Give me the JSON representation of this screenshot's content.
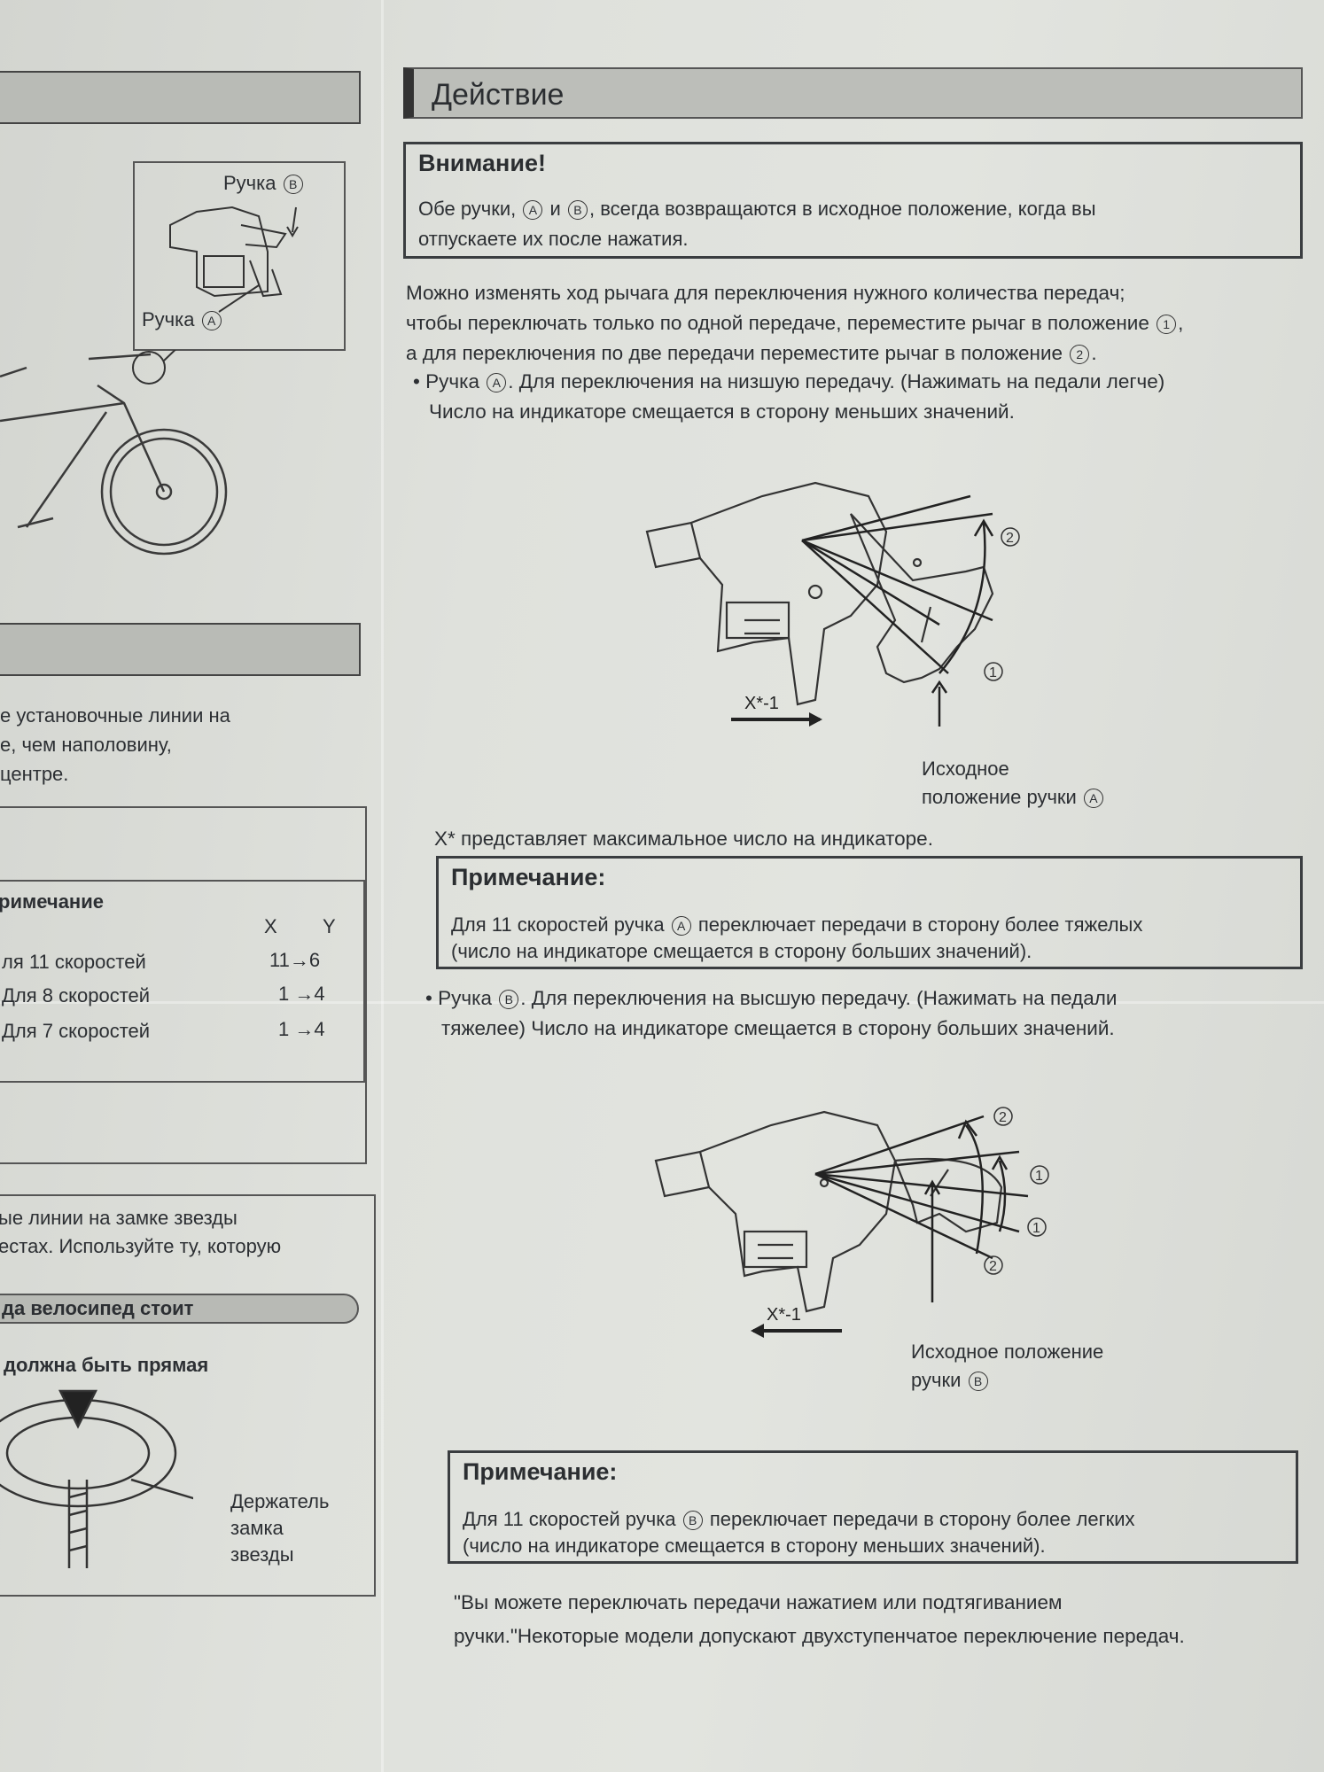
{
  "left_column": {
    "label_b": "Ручка",
    "label_a": "Ручка",
    "mark_a": "A",
    "mark_b": "B",
    "text1": [
      "е установочные линии на",
      "е, чем наполовину,",
      "центре."
    ],
    "note_title": "римечание",
    "table_header": [
      "X",
      "Y"
    ],
    "table_rows": [
      {
        "label": "ля 11 скоростей",
        "x": "11",
        "y": "6"
      },
      {
        "label": "Для 8 скоростей",
        "x": "1",
        "y": "4"
      },
      {
        "label": "Для 7 скоростей",
        "x": "1",
        "y": "4"
      }
    ],
    "arrow_glyph": "→",
    "text2": [
      "ые линии на замке звезды",
      "естах. Используйте ту, которую"
    ],
    "pill_text": "да велосипед стоит",
    "bold_text": "должна быть прямая",
    "holder_label": [
      "Держатель",
      "замка",
      "звезды"
    ]
  },
  "section": {
    "title": "Действие"
  },
  "warning": {
    "title": "Внимание!",
    "line1_pre": "Обе ручки,",
    "line1_mid": "и",
    "line1_post": ", всегда возвращаются в исходное положение, когда вы",
    "line2": "отпускаете их после нажатия."
  },
  "intro": {
    "line1": "Можно изменять ход рычага для переключения нужного количества передач;",
    "line2_pre": "чтобы переключать только по одной передаче, переместите рычаг в положение",
    "line3_pre": "а для переключения по две передачи переместите рычаг в положение",
    "pos1": "1",
    "pos2": "2"
  },
  "bullet_a": {
    "line1_pre": "• Ручка",
    "line1_post": ". Для переключения на низшую передачу. (Нажимать на педали легче)",
    "line2": "Число на индикаторе смещается в сторону меньших значений."
  },
  "diagram_a": {
    "arrow_label": "X*-1",
    "pos_labels": [
      "2",
      "1"
    ],
    "caption1": "Исходное",
    "caption2": "положение ручки"
  },
  "footnote": "X* представляет максимальное число на индикаторе.",
  "note1": {
    "title": "Примечание:",
    "line1_pre": "Для 11 скоростей ручка",
    "line1_post": "переключает передачи в сторону более тяжелых",
    "line2": "(число на индикаторе смещается в сторону больших значений)."
  },
  "bullet_b": {
    "line1_pre": "• Ручка",
    "line1_post": ". Для переключения на высшую передачу. (Нажимать на педали",
    "line2": "тяжелее) Число на индикаторе смещается в сторону больших значений."
  },
  "diagram_b": {
    "arrow_label": "X*-1",
    "pos_labels": [
      "2",
      "1",
      "1",
      "2"
    ],
    "caption1": "Исходное положение",
    "caption2": "ручки"
  },
  "note2": {
    "title": "Примечание:",
    "line1_pre": "Для 11 скоростей ручка",
    "line1_post": "переключает передачи в сторону более легких",
    "line2": "(число на индикаторе смещается в сторону меньших значений)."
  },
  "closing": {
    "line1": "\"Вы можете переключать передачи нажатием или подтягиванием",
    "line2": "ручки.\"Некоторые модели допускают двухступенчатое переключение передач."
  }
}
